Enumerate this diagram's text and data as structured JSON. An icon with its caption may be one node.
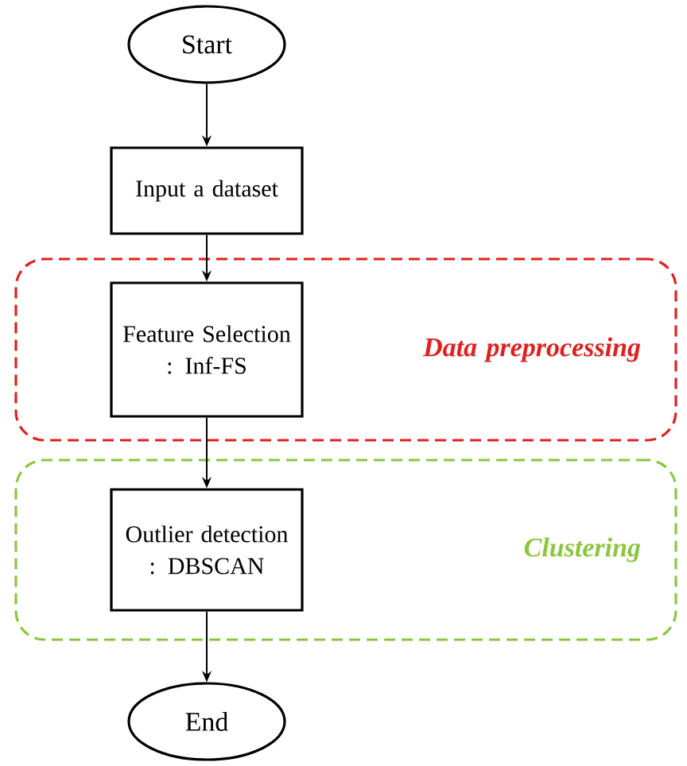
{
  "diagram": {
    "nodes": [
      {
        "text": [
          "Start"
        ]
      },
      {
        "text": [
          "Input a dataset"
        ]
      },
      {
        "text": [
          "Data preprocessing"
        ]
      },
      {
        "text": [
          "Feature Selection : Inf-FS"
        ],
        "in": 2
      },
      {
        "text": [
          "Clustering"
        ]
      },
      {
        "text": [
          "Outlier detection : DBSCAN"
        ],
        "in": 4
      },
      {
        "text": [
          "End"
        ]
      }
    ],
    "edges": [
      {
        "from": 0,
        "to": 1,
        "arrow": "to"
      },
      {
        "from": 1,
        "to": 3,
        "arrow": "to"
      },
      {
        "from": 3,
        "to": 5,
        "arrow": "to"
      },
      {
        "from": 5,
        "to": 6,
        "arrow": "to"
      }
    ]
  }
}
